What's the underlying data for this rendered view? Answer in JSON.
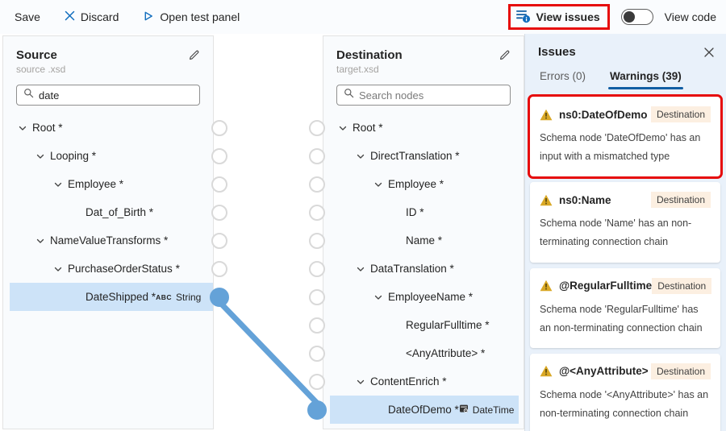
{
  "toolbar": {
    "save": "Save",
    "discard": "Discard",
    "open_test_panel": "Open test panel",
    "view_issues": "View issues",
    "view_code": "View code"
  },
  "source": {
    "title": "Source",
    "subtitle": "source .xsd",
    "search_value": "date",
    "nodes": [
      {
        "label": "Root *",
        "level": 0,
        "expandable": true
      },
      {
        "label": "Looping *",
        "level": 1,
        "expandable": true
      },
      {
        "label": "Employee *",
        "level": 2,
        "expandable": true
      },
      {
        "label": "Dat_of_Birth *",
        "level": 3,
        "expandable": false
      },
      {
        "label": "NameValueTransforms *",
        "level": 1,
        "expandable": true
      },
      {
        "label": "PurchaseOrderStatus *",
        "level": 2,
        "expandable": true
      },
      {
        "label": "DateShipped *",
        "level": 3,
        "expandable": false,
        "selected": true,
        "connected": true,
        "type_badge": {
          "icon": "abc",
          "label": "String"
        }
      }
    ]
  },
  "destination": {
    "title": "Destination",
    "subtitle": "target.xsd",
    "search_placeholder": "Search nodes",
    "nodes": [
      {
        "label": "Root *",
        "level": 0,
        "expandable": true
      },
      {
        "label": "DirectTranslation *",
        "level": 1,
        "expandable": true
      },
      {
        "label": "Employee *",
        "level": 2,
        "expandable": true
      },
      {
        "label": "ID *",
        "level": 3,
        "expandable": false
      },
      {
        "label": "Name *",
        "level": 3,
        "expandable": false
      },
      {
        "label": "DataTranslation *",
        "level": 1,
        "expandable": true
      },
      {
        "label": "EmployeeName *",
        "level": 2,
        "expandable": true
      },
      {
        "label": "RegularFulltime *",
        "level": 3,
        "expandable": false
      },
      {
        "label": "<AnyAttribute> *",
        "level": 3,
        "expandable": false
      },
      {
        "label": "ContentEnrich *",
        "level": 1,
        "expandable": true
      },
      {
        "label": "DateOfDemo *",
        "level": 2,
        "expandable": false,
        "selected": true,
        "connected": true,
        "type_badge": {
          "icon": "datetime",
          "label": "DateTime"
        }
      }
    ]
  },
  "connection": {
    "from": "DateShipped *",
    "to": "DateOfDemo *"
  },
  "issues": {
    "title": "Issues",
    "tabs": [
      {
        "label": "Errors (0)",
        "active": false
      },
      {
        "label": "Warnings (39)",
        "active": true
      }
    ],
    "cards": [
      {
        "name": "ns0:DateOfDemo",
        "badge": "Destination",
        "highlighted": true,
        "message": "Schema node 'DateOfDemo' has an input with a mismatched type"
      },
      {
        "name": "ns0:Name",
        "badge": "Destination",
        "highlighted": false,
        "message": "Schema node 'Name' has an non-terminating connection chain"
      },
      {
        "name": "@RegularFulltime",
        "badge": "Destination",
        "highlighted": false,
        "message": "Schema node 'RegularFulltime' has an non-terminating connection chain"
      },
      {
        "name": "@<AnyAttribute>",
        "badge": "Destination",
        "highlighted": false,
        "message": "Schema node '<AnyAttribute>' has an non-terminating connection chain"
      }
    ]
  },
  "colors": {
    "accent_blue": "#0f6cbd",
    "tab_underline": "#115ea3",
    "connector_blue": "#64a2d8",
    "selection_bg": "#cde3f8",
    "highlight_red": "#e60b0b",
    "warning_amber": "#d9a826",
    "badge_peach": "#fcefe1",
    "issues_panel_bg": "#e9f1fa"
  }
}
